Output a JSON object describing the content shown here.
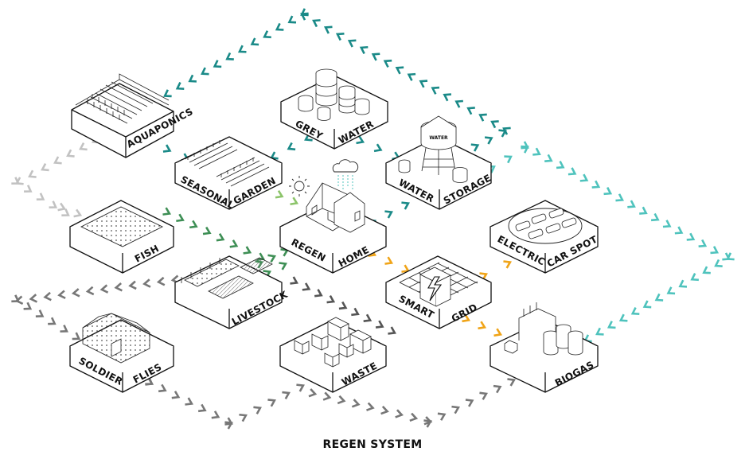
{
  "title": "REGEN SYSTEM",
  "colors": {
    "gray": "#777777",
    "light_gray": "#c2c2c2",
    "dark_gray": "#555555",
    "teal": "#1a8a88",
    "teal_light": "#4fc3bd",
    "green": "#3e8f55",
    "light_green": "#8cc46a",
    "orange": "#f0a418"
  },
  "modules": {
    "aquaponics": {
      "label_a": "",
      "label_b": "AQUAPONICS"
    },
    "grey_water": {
      "label_a": "GREY",
      "label_b": "WATER"
    },
    "water_storage": {
      "label_a": "WATER",
      "label_b": "STORAGE",
      "tank_text": "WATER"
    },
    "seasonal_garden": {
      "label_a": "SEASONAL",
      "label_b": "GARDEN"
    },
    "regen_home": {
      "label_a": "REGEN",
      "label_b": "HOME"
    },
    "fish": {
      "label_a": "",
      "label_b": "FISH"
    },
    "electric_car_spot": {
      "label_a": "ELECTRIC",
      "label_b": "CAR SPOT"
    },
    "livestock": {
      "label_a": "",
      "label_b": "LIVESTOCK"
    },
    "smart_grid": {
      "label_a": "SMART",
      "label_b": "GRID"
    },
    "soldier_flies": {
      "label_a": "SOLDIER",
      "label_b": "FLIES"
    },
    "waste": {
      "label_a": "",
      "label_b": "WASTE"
    },
    "biogas": {
      "label_a": "",
      "label_b": "BIOGAS"
    }
  }
}
